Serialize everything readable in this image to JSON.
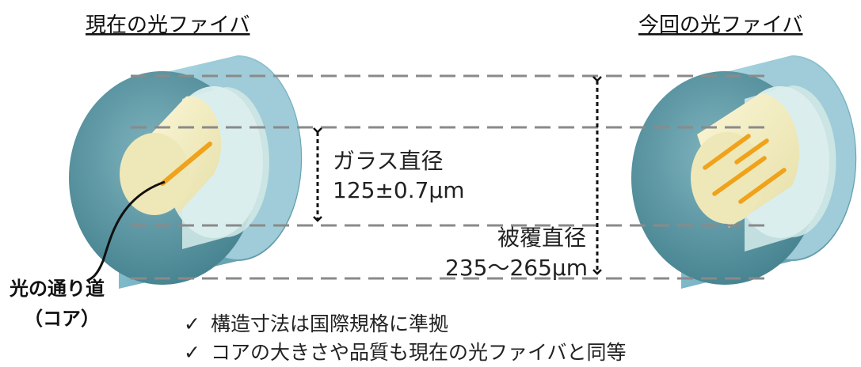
{
  "left_fiber": {
    "heading": "現在の光ファイバ",
    "core_count": 1
  },
  "right_fiber": {
    "heading": "今回の光ファイバ",
    "core_count": 4
  },
  "glass_diameter": {
    "label": "ガラス直径",
    "value": "125±0.7μm"
  },
  "coating_diameter": {
    "label": "被覆直径",
    "value": "235〜265μm"
  },
  "core_label": {
    "line1": "光の通り道",
    "line2": "（コア）"
  },
  "checklist": [
    {
      "mark": "✓",
      "text": "構造寸法は国際規格に準拠"
    },
    {
      "mark": "✓",
      "text": "コアの大きさや品質も現在の光ファイバと同等"
    }
  ],
  "colors": {
    "coating_outer": "#5a9aa8",
    "coating_light": "#a9d6e3",
    "cladding": "#d8ece9",
    "glass": "#f2ecc0",
    "core": "#f0a21a",
    "guide_line": "#8a8a8a"
  }
}
